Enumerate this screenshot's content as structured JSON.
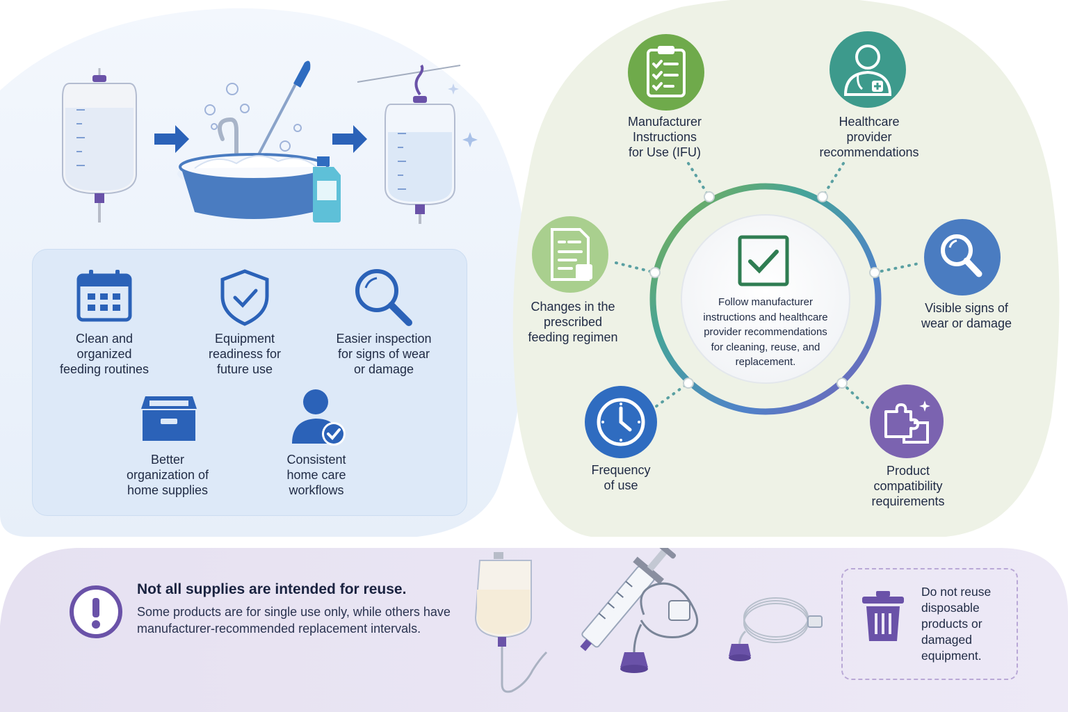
{
  "benefits": {
    "items": [
      {
        "icon": "calendar-icon",
        "lines": [
          "Clean and",
          "organized",
          "feeding routines"
        ]
      },
      {
        "icon": "shield-check-icon",
        "lines": [
          "Equipment",
          "readiness for",
          "future use"
        ]
      },
      {
        "icon": "magnifier-icon",
        "lines": [
          "Easier inspection",
          "for signs of wear",
          "or damage"
        ]
      },
      {
        "icon": "storage-box-icon",
        "lines": [
          "Better",
          "organization of",
          "home supplies"
        ]
      },
      {
        "icon": "person-check-icon",
        "lines": [
          "Consistent",
          "home care",
          "workflows"
        ]
      }
    ]
  },
  "factors": {
    "center_lines": [
      "Follow manufacturer",
      "instructions and healthcare",
      "provider recommendations",
      "for cleaning, reuse, and",
      "replacement."
    ],
    "items": [
      {
        "icon": "clipboard-checklist-icon",
        "color": "#6faa4b",
        "lines": [
          "Manufacturer",
          "Instructions",
          "for Use (IFU)"
        ]
      },
      {
        "icon": "doctor-icon",
        "color": "#3d9a8c",
        "lines": [
          "Healthcare",
          "provider",
          "recommendations"
        ]
      },
      {
        "icon": "document-edit-icon",
        "color": "#a9cf8e",
        "lines": [
          "Changes in the",
          "prescribed",
          "feeding regimen"
        ]
      },
      {
        "icon": "magnifier-icon",
        "color": "#4a7cc1",
        "lines": [
          "Visible signs of",
          "wear or damage"
        ]
      },
      {
        "icon": "clock-icon",
        "color": "#2f6cc0",
        "lines": [
          "Frequency",
          "of use"
        ]
      },
      {
        "icon": "puzzle-icon",
        "color": "#7b63b0",
        "lines": [
          "Product",
          "compatibility",
          "requirements"
        ]
      }
    ]
  },
  "warning": {
    "icon": "exclamation-icon",
    "title": "Not all supplies are intended for reuse.",
    "body": "Some products are for single use only, while others have manufacturer-recommended replacement intervals.",
    "callout_icon": "trash-icon",
    "callout_lines": [
      "Do not reuse",
      "disposable",
      "products or",
      "damaged",
      "equipment."
    ]
  },
  "colors": {
    "blue": "#2b62b8",
    "green": "#6faa4b",
    "teal": "#3d9a8c",
    "purple": "#6a52a8",
    "panel_blue": "#dde9f8",
    "panel_green": "#eef2e6",
    "panel_lavender": "#e6e1f1"
  }
}
